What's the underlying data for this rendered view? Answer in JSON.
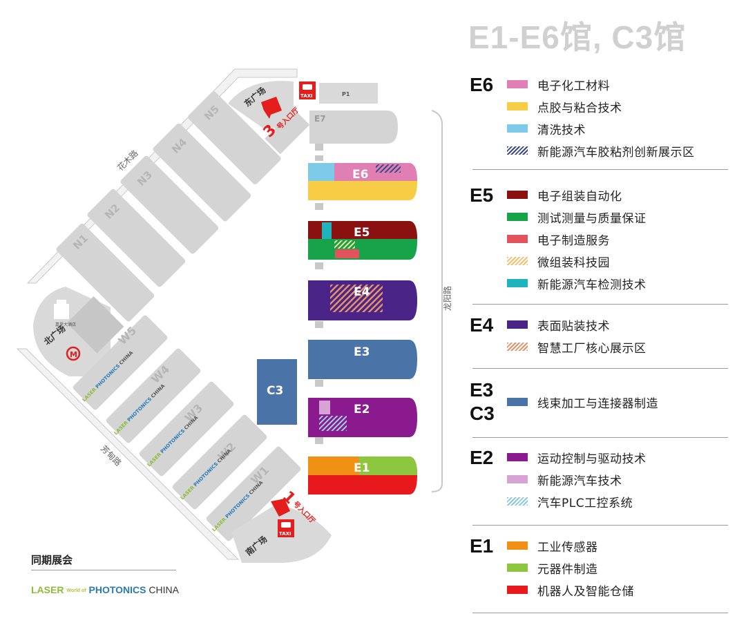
{
  "page_title": "E1-E6馆, C3馆",
  "colors": {
    "e6_electronic_materials": "#e07fb3",
    "e6_dispensing": "#f7cd46",
    "e6_cleaning": "#7ecae9",
    "e5_automation": "#8b1111",
    "e5_test": "#16a34a",
    "e5_ems": "#e2535c",
    "e5_micro": "#f0d28c",
    "e5_ev_test": "#1fb3bd",
    "e4_smt": "#4b2487",
    "e4_factory": "#e3936a",
    "e3_harness": "#4a74a8",
    "e2_motion": "#8b1a8f",
    "e2_ev": "#d7a3d4",
    "e2_plc": "#9cd2e6",
    "e1_sensor": "#f09014",
    "e1_components": "#8cc63f",
    "e1_robot": "#e8191d",
    "building_gray": "#cfcfcf",
    "metro_red": "#e41d1d"
  },
  "map": {
    "halls": {
      "E1": "E1",
      "E2": "E2",
      "E3": "E3",
      "E4": "E4",
      "E5": "E5",
      "E6": "E6",
      "E7": "E7",
      "C3": "C3",
      "N1": "N1",
      "N2": "N2",
      "N3": "N3",
      "N4": "N4",
      "N5": "N5",
      "W1": "W1",
      "W2": "W2",
      "W3": "W3",
      "W4": "W4",
      "W5": "W5",
      "P1": "P1"
    },
    "roads": {
      "huamu": "花木路",
      "longyang": "龙阳路",
      "fangdian": "芳甸路"
    },
    "plazas": {
      "east": "东广场",
      "north": "北广场",
      "south": "南广场"
    },
    "hotel": "嘉里大酒店",
    "entrance3": {
      "num": "3",
      "text": "号入口厅"
    },
    "entrance1": {
      "num": "1",
      "text": "号入口厅"
    },
    "taxi": "TAXI",
    "w_hall_logo": {
      "a": "LASER",
      "b": "PHOTONICS",
      "c": "CHINA"
    }
  },
  "legend": [
    {
      "code": "E6",
      "items": [
        {
          "label": "电子化工材料",
          "swatch": "e6_electronic_materials"
        },
        {
          "label": "点胶与粘合技术",
          "swatch": "e6_dispensing"
        },
        {
          "label": "清洗技术",
          "swatch": "e6_cleaning"
        },
        {
          "label": "新能源汽车胶粘剂创新展示区",
          "swatch": "hatch_blue_dark"
        }
      ]
    },
    {
      "code": "E5",
      "items": [
        {
          "label": "电子组装自动化",
          "swatch": "e5_automation"
        },
        {
          "label": "测试测量与质量保证",
          "swatch": "e5_test"
        },
        {
          "label": "电子制造服务",
          "swatch": "e5_ems"
        },
        {
          "label": "微组装科技园",
          "swatch": "hatch_yellow"
        },
        {
          "label": "新能源汽车检测技术",
          "swatch": "e5_ev_test"
        }
      ]
    },
    {
      "code": "E4",
      "items": [
        {
          "label": "表面贴装技术",
          "swatch": "e4_smt"
        },
        {
          "label": "智慧工厂核心展示区",
          "swatch": "hatch_orange"
        }
      ]
    },
    {
      "code": "E3",
      "code2": "C3",
      "items": [
        {
          "label": "线束加工与连接器制造",
          "swatch": "e3_harness"
        }
      ]
    },
    {
      "code": "E2",
      "items": [
        {
          "label": "运动控制与驱动技术",
          "swatch": "e2_motion"
        },
        {
          "label": "新能源汽车技术",
          "swatch": "e2_ev"
        },
        {
          "label": "汽车PLC工控系统",
          "swatch": "hatch_lightblue"
        }
      ]
    },
    {
      "code": "E1",
      "items": [
        {
          "label": "工业传感器",
          "swatch": "e1_sensor"
        },
        {
          "label": "元器件制造",
          "swatch": "e1_components"
        },
        {
          "label": "机器人及智能仓储",
          "swatch": "e1_robot"
        }
      ]
    }
  ],
  "concurrent": {
    "title": "同期展会",
    "logo_a": "LASER",
    "logo_b": "World of",
    "logo_c": "PHOTONICS",
    "logo_d": "CHINA"
  }
}
